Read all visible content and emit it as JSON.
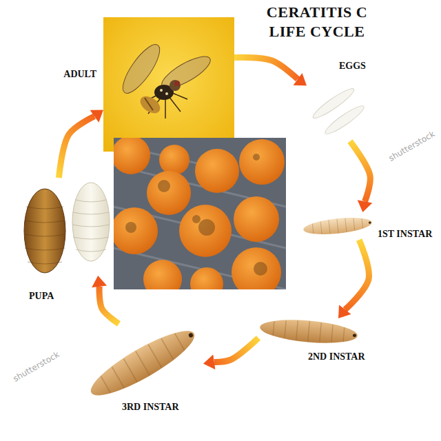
{
  "diagram": {
    "title": "CERATITIS C LIFE CYCLE",
    "nodes": [
      {
        "text": [
          "ADULT"
        ]
      },
      {
        "text": [
          "EGGS"
        ]
      },
      {
        "text": [
          "1ST INSTAR"
        ]
      },
      {
        "text": [
          "2ND INSTAR"
        ]
      },
      {
        "text": [
          "3RD INSTAR"
        ]
      },
      {
        "text": [
          "PUPA"
        ]
      }
    ],
    "edges": [
      {
        "from": 0,
        "to": 1,
        "arrow": "to"
      },
      {
        "from": 1,
        "to": 2,
        "arrow": "to"
      },
      {
        "from": 2,
        "to": 3,
        "arrow": "to"
      },
      {
        "from": 3,
        "to": 4,
        "arrow": "to"
      },
      {
        "from": 4,
        "to": 5,
        "arrow": "to"
      },
      {
        "from": 5,
        "to": 0,
        "arrow": "to"
      }
    ],
    "labels": [
      "shutterstock",
      "shutterstock"
    ]
  }
}
